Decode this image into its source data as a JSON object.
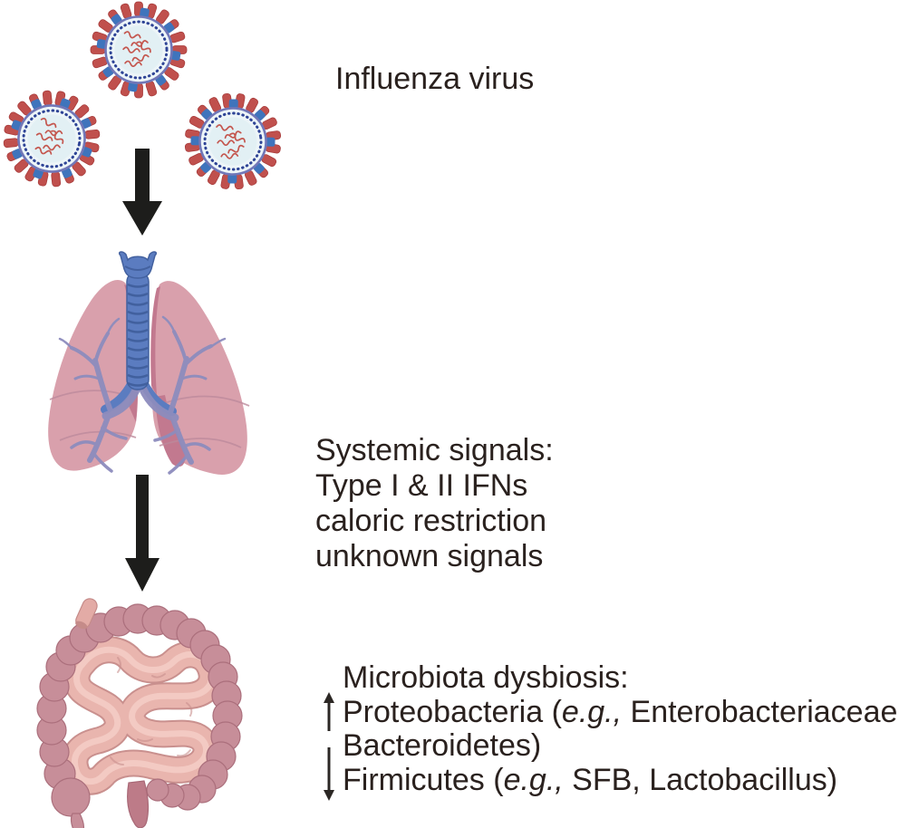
{
  "figure": {
    "title_label": "Influenza virus",
    "systemic_signals": {
      "line1": "Systemic signals:",
      "line2": "Type I & II IFNs",
      "line3": "caloric restriction",
      "line4": "unknown signals"
    },
    "microbiota": {
      "title": "Microbiota dysbiosis:",
      "increase": {
        "pre": "Proteobacteria (",
        "eg": "e.g.,",
        "post": " Enterobacteriaceae"
      },
      "continuation": "Bacteroidetes)",
      "decrease": {
        "pre": "Firmicutes (",
        "eg": "e.g.,",
        "post": " SFB, Lactobacillus)"
      }
    },
    "icons": {
      "virus": "influenza-virion-icon",
      "lungs": "lungs-icon",
      "intestine": "intestine-icon",
      "flow_arrows": "down-arrow-icon",
      "increase": "up-arrow-icon",
      "decrease": "down-arrow-icon"
    },
    "colors": {
      "text": "#2a211e",
      "flow_arrow_black": "#1d1d1b",
      "virus_spike_red": "#c0504d",
      "virus_receptor_blue": "#3f74bc",
      "virus_membrane_purple": "#7177b8",
      "virus_ring_blue": "#2e4496",
      "virus_core_light": "#e2f0f4",
      "lung_pink": "#d9a0ac",
      "lung_dark_pink": "#c2798f",
      "trachea_blue": "#5b7cc0",
      "bronchi_purple": "#8d8cbd",
      "colon_pink": "#c78e99",
      "small_intestine_pink": "#e9b5ae"
    }
  }
}
